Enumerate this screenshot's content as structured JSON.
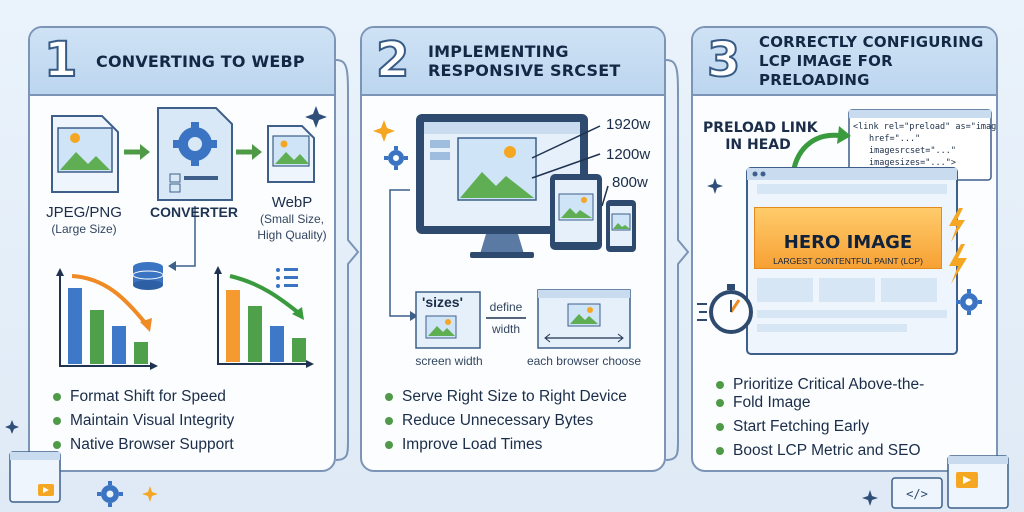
{
  "steps": [
    {
      "number": "1",
      "title_line1": "CONVERTING TO WEBP",
      "input_label": "JPEG/PNG",
      "input_sub": "(Large Size)",
      "converter_label": "CONVERTER",
      "output_label": "WebP",
      "output_sub1": "(Small Size,",
      "output_sub2": "High Quality)",
      "bullets": [
        "Format Shift for Speed",
        "Maintain Visual Integrity",
        "Native Browser Support"
      ]
    },
    {
      "number": "2",
      "title_line1": "IMPLEMENTING",
      "title_line2": "RESPONSIVE SRCSET",
      "widths": [
        "1920w",
        "1200w",
        "800w"
      ],
      "sizes_label": "'sizes'",
      "define_label1": "define",
      "define_label2": "width",
      "screen_width_label": "screen width",
      "browser_choose_label": "each browser choose",
      "bullets": [
        "Serve Right Size to Right Device",
        "Reduce Unnecessary Bytes",
        "Improve Load Times"
      ]
    },
    {
      "number": "3",
      "title_line1": "CORRECTLY CONFIGURING",
      "title_line2": "LCP IMAGE FOR PRELOADING",
      "preload_label1": "PRELOAD LINK",
      "preload_label2": "IN HEAD",
      "code_lines": [
        "<link rel=\"preload\" as=\"image\"",
        "href=\"...\"",
        "imagesrcset=\"...\"",
        "imagesizes=\"...\">"
      ],
      "hero_title": "HERO IMAGE",
      "hero_sub": "LARGEST CONTENTFUL PAINT (LCP)",
      "bullets": [
        "Prioritize Critical Above-the-",
        "Fold Image",
        "Start Fetching Early",
        "Boost LCP Metric and SEO"
      ]
    }
  ],
  "colors": {
    "accent": "#375b86",
    "green": "#4f9a47",
    "orange": "#f5a623",
    "panel_border": "#7c95b6"
  },
  "icons": [
    "image-icon",
    "gear-icon",
    "database-icon",
    "sparkle-icon",
    "stopwatch-icon",
    "lightning-icon",
    "code-icon",
    "play-icon"
  ]
}
